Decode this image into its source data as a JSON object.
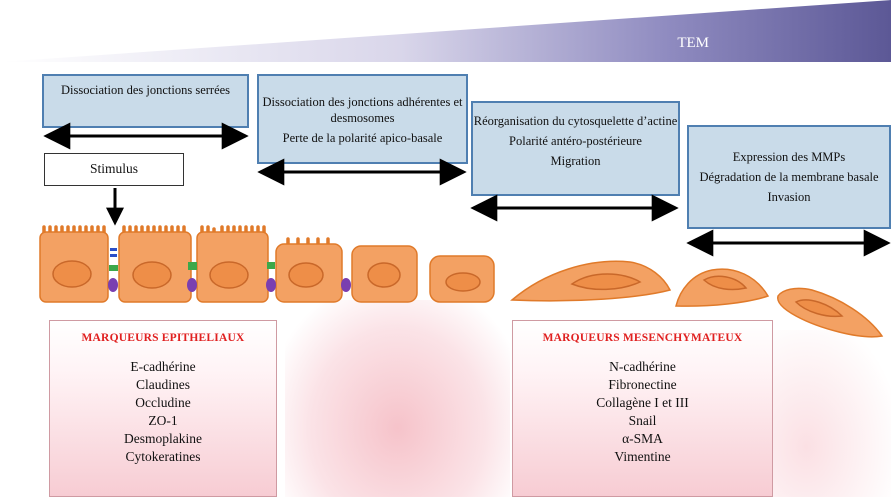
{
  "header": {
    "label": "TEM"
  },
  "stages": [
    {
      "lines": [
        "Dissociation des jonctions serrées"
      ]
    },
    {
      "lines": [
        "Dissociation des jonctions adhérentes et desmosomes",
        "Perte de la polarité apico-basale"
      ]
    },
    {
      "lines": [
        "Réorganisation du cytosquelette d’actine",
        "Polarité antéro-postérieure",
        "Migration"
      ]
    },
    {
      "lines": [
        "Expression des MMPs",
        "Dégradation de la membrane basale",
        "Invasion"
      ]
    }
  ],
  "stimulus": {
    "label": "Stimulus"
  },
  "markers": {
    "epithelial": {
      "title": "MARQUEURS EPITHELIAUX",
      "items": [
        "E-cadhérine",
        "Claudines",
        "Occludine",
        "ZO-1",
        "Desmoplakine",
        "Cytokeratines"
      ]
    },
    "mesenchymal": {
      "title": "MARQUEURS MESENCHYMATEUX",
      "items": [
        "N-cadhérine",
        "Fibronectine",
        "Collagène I et III",
        "Snail",
        "α-SMA",
        "Vimentine"
      ]
    }
  },
  "colors": {
    "wedge_start": "#ffffff",
    "wedge_end": "#5c5896",
    "box_fill": "#c9dbe9",
    "box_border": "#4f7fb1",
    "cell_fill": "#f3a163",
    "cell_border": "#e07a2a",
    "nucleus_fill": "#ee8e48",
    "marker_title": "#e02020",
    "junction_blue": "#2b4fc8",
    "junction_green": "#3ca84a",
    "junction_purple": "#7a3fb0"
  }
}
